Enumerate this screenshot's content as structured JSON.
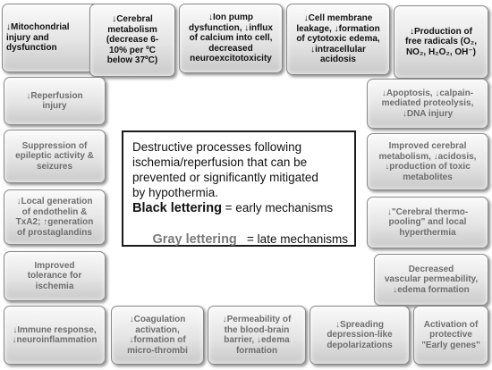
{
  "center": {
    "description": "Destructive processes following\nischemia/reperfusion that can be\nprevented or significantly mitigated\nby hypothermia.",
    "black_key": "Black lettering",
    "black_value": " = early mechanisms",
    "gray_key": "Gray lettering",
    "gray_value": "   = late mechanisms"
  },
  "boxes": [
    {
      "text": "↓Mitochondrial\ninjury and\ndysfunction",
      "stage": "early"
    },
    {
      "text": "↓Cerebral\nmetabolism\n(decrease 6-\n10% per ºC\nbelow 37ºC)",
      "stage": "early"
    },
    {
      "text": "↓Ion pump\ndysfunction, ↓influx\nof calcium into cell,\ndecreased\nneuroexcitotoxicity",
      "stage": "early"
    },
    {
      "text": "↓Cell membrane\nleakage, ↓formation\nof cytotoxic edema,\n↓intracellular\nacidosis",
      "stage": "early"
    },
    {
      "text": "↓Production of\nfree radicals (O₂,\nNO₂, H₂O₂, OH⁻)",
      "stage": "early"
    },
    {
      "text": "↓Reperfusion\ninjury",
      "stage": "late"
    },
    {
      "text": "Suppression of\nepileptic activity &\nseizures",
      "stage": "late"
    },
    {
      "text": "↓Local generation\nof endothelin &\nTxA2; ↑generation\nof prostaglandins",
      "stage": "late"
    },
    {
      "text": "Improved\ntolerance for\nischemia",
      "stage": "late"
    },
    {
      "text": "↓Apoptosis, ↓calpain-\nmediated proteolysis,\n↓DNA injury",
      "stage": "late"
    },
    {
      "text": "Improved cerebral\nmetabolism, ↓acidosis,\n↓production of toxic\nmetabolites",
      "stage": "late"
    },
    {
      "text": "↓\"Cerebral thermo-\npooling\" and local\nhyperthermia",
      "stage": "late"
    },
    {
      "text": "Decreased\nvascular permeability,\n↓edema formation",
      "stage": "late"
    },
    {
      "text": "↓Immune response,\n↓neuroinflammation",
      "stage": "late"
    },
    {
      "text": "↓Coagulation\nactivation,\n↓formation of\nmicro-thrombi",
      "stage": "late"
    },
    {
      "text": "↓Permeability of\nthe blood-brain\nbarrier, ↓edema\nformation",
      "stage": "late"
    },
    {
      "text": "↓Spreading\ndepression-like\ndepolarizations",
      "stage": "late"
    },
    {
      "text": "Activation of\nprotective\n\"Early genes\"",
      "stage": "late"
    }
  ]
}
